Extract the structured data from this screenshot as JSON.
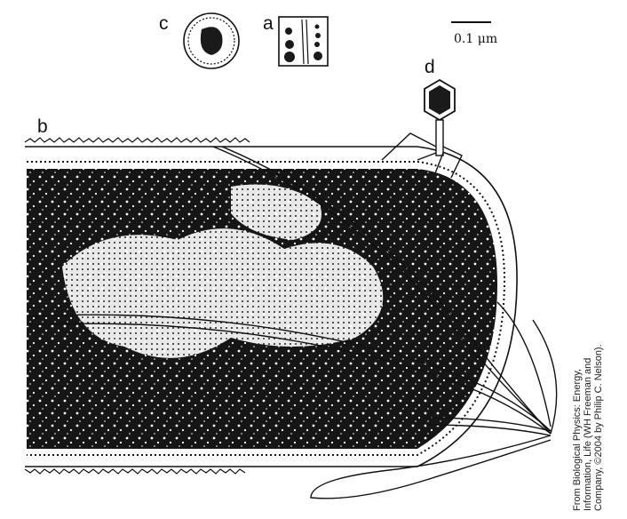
{
  "labels": {
    "a": "a",
    "b": "b",
    "c": "c",
    "d": "d"
  },
  "scale_bar": {
    "label": "0.1 μm"
  },
  "credit": {
    "line1": "From Biological Physics: Energy,",
    "line2": "Information, Life (WH Freeman and",
    "line3": "Company, ©2004 by Philip C. Nelson)."
  },
  "colors": {
    "ink": "#111111",
    "background": "#ffffff"
  }
}
